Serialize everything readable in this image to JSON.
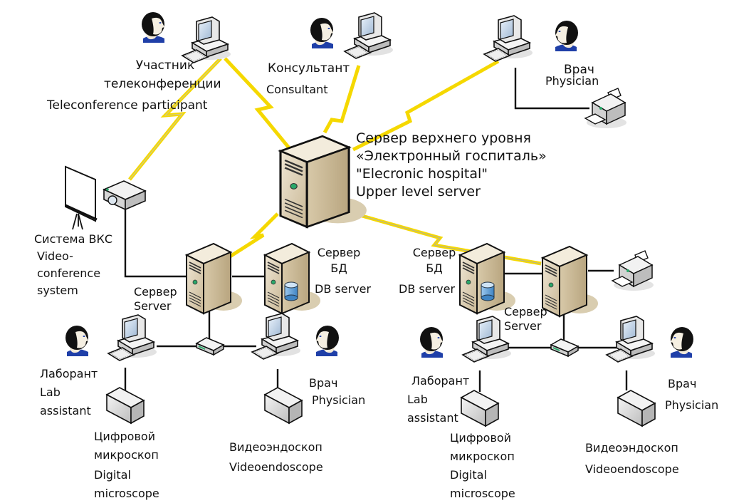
{
  "diagram": {
    "title": "Electronic hospital network diagram",
    "colors": {
      "wireless_link": "#f5d800",
      "wired_link": "#111111",
      "server_body": "#d9cbb0",
      "server_side": "#c4b391",
      "person_hair": "#111111",
      "person_shirt": "#1f3fa8",
      "db_cylinder": "#6aa7d8",
      "led_green": "#2aa86a"
    },
    "nodes": {
      "teleconference_participant": {
        "label_ru_1": "Участник",
        "label_ru_2": "телеконференции",
        "label_en": "Teleconference participant"
      },
      "consultant": {
        "label_ru": "Консультант",
        "label_en": "Consultant"
      },
      "top_physician": {
        "label_ru": "Врач",
        "label_en": "Physician"
      },
      "upper_server": {
        "line1": "Сервер верхнего уровня",
        "line2": "«Электронный госпиталь»",
        "line3": "\"Elecronic hospital\"",
        "line4": "Upper level server"
      },
      "vks_system": {
        "label_ru": "Система ВКС",
        "label_en_1": "Video-",
        "label_en_2": "conference",
        "label_en_3": "system"
      },
      "left_server": {
        "label_ru": "Сервер",
        "label_en": "Server"
      },
      "left_db_server": {
        "label_ru_1": "Сервер",
        "label_ru_2": "БД",
        "label_en": "DB server"
      },
      "right_db_server": {
        "label_ru_1": "Сервер",
        "label_ru_2": "БД",
        "label_en": "DB server"
      },
      "right_server": {
        "label_ru": "Сервер",
        "label_en": "Server"
      },
      "left_lab_assistant": {
        "label_ru": "Лаборант",
        "label_en_1": "Lab",
        "label_en_2": "assistant"
      },
      "left_physician": {
        "label_ru": "Врач",
        "label_en": "Physician"
      },
      "left_microscope": {
        "label_ru_1": "Цифровой",
        "label_ru_2": "микроскоп",
        "label_en_1": "Digital",
        "label_en_2": "microscope"
      },
      "left_endoscope": {
        "label_ru": "Видеоэндоскоп",
        "label_en": "Videoendoscope"
      },
      "right_lab_assistant": {
        "label_ru": "Лаборант",
        "label_en_1": "Lab",
        "label_en_2": "assistant"
      },
      "right_physician": {
        "label_ru": "Врач",
        "label_en": "Physician"
      },
      "right_microscope": {
        "label_ru_1": "Цифровой",
        "label_ru_2": "микроскоп",
        "label_en_1": "Digital",
        "label_en_2": "microscope"
      },
      "right_endoscope": {
        "label_ru": "Видеоэндоскоп",
        "label_en": "Videoendoscope"
      }
    }
  }
}
